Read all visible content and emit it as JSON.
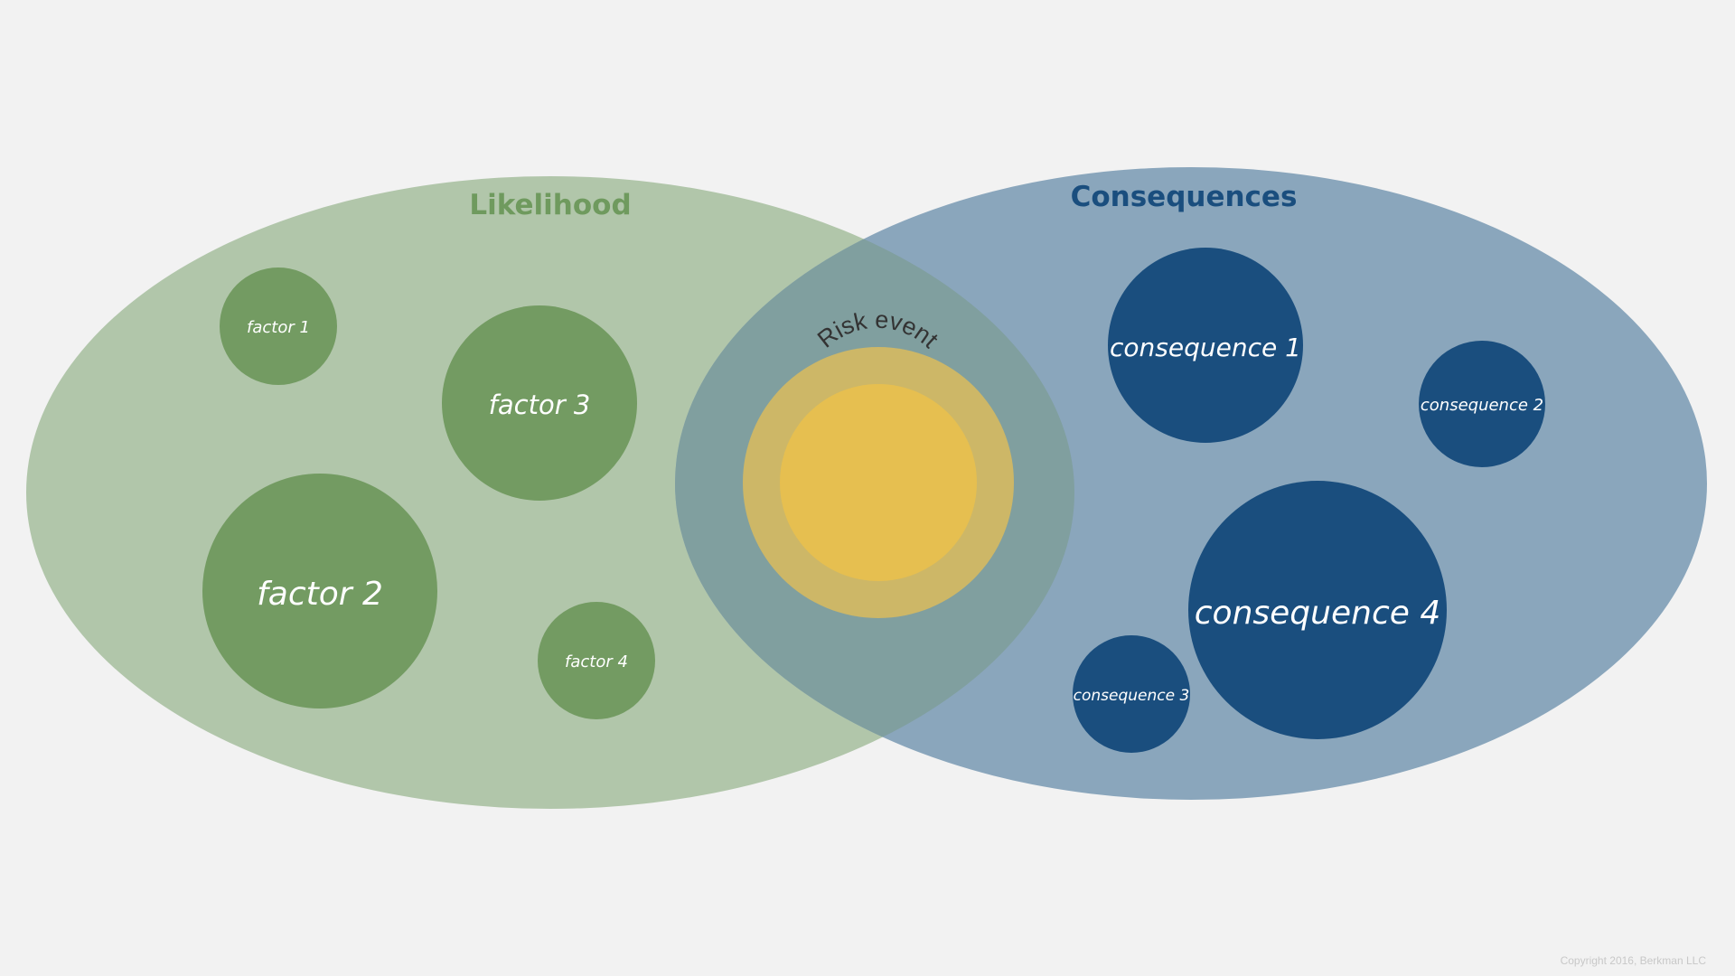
{
  "colors": {
    "background": "#f2f2f2",
    "likelihood_area": "#b1c6aa",
    "consequences_area": "#8aa6bc",
    "overlap": "#809f9f",
    "factor_bubble": "#739b62",
    "consequence_bubble": "#1a4e7e",
    "risk_outer": "#cdb767",
    "risk_inner": "#e6bf50",
    "likelihood_title": "#6f9a5e",
    "consequences_title": "#1a4e7e"
  },
  "likelihood": {
    "title": "Likelihood",
    "factors": [
      {
        "label": "factor 1"
      },
      {
        "label": "factor 3"
      },
      {
        "label": "factor 2"
      },
      {
        "label": "factor 4"
      }
    ]
  },
  "consequences": {
    "title": "Consequences",
    "items": [
      {
        "label": "consequence 1"
      },
      {
        "label": "consequence 2"
      },
      {
        "label": "consequence 4"
      },
      {
        "label": "consequence 3"
      }
    ]
  },
  "risk_event": {
    "label": "Risk event"
  },
  "footer": {
    "copyright": "Copyright 2016, Berkman LLC"
  }
}
